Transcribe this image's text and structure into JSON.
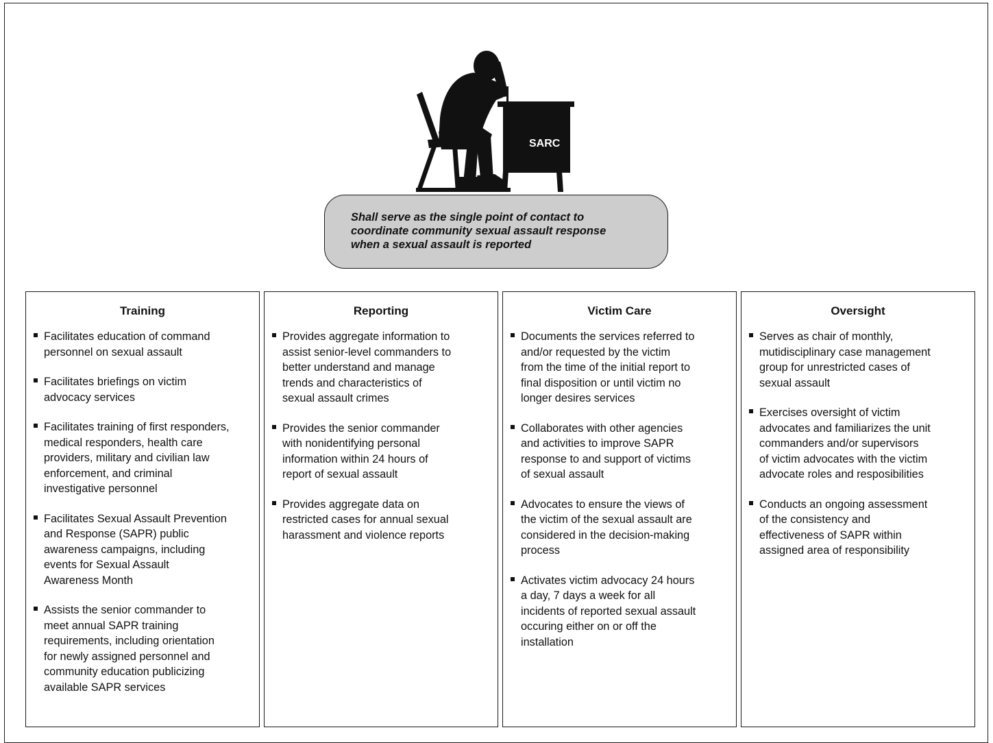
{
  "figure": {
    "desk_label": "SARC",
    "icon": "person-at-desk-silhouette"
  },
  "callout": {
    "lines": [
      "Shall serve as the single point of contact to",
      "coordinate community sexual assault response",
      "when a sexual assault is reported"
    ]
  },
  "columns": [
    {
      "title": "Training",
      "items": [
        [
          "Facilitates education of command",
          "personnel on sexual assault"
        ],
        [
          "Facilitates briefings on victim",
          "advocacy services"
        ],
        [
          "Facilitates training of first responders,",
          "medical responders, health care",
          "providers, military and civilian law",
          "enforcement, and criminal",
          "investigative personnel"
        ],
        [
          "Facilitates Sexual Assault Prevention",
          "and Response (SAPR) public",
          "awareness campaigns, including",
          "events for Sexual Assault",
          "Awareness Month"
        ],
        [
          "Assists the senior commander to",
          "meet annual SAPR training",
          "requirements, including orientation",
          "for newly assigned personnel and",
          "community education publicizing",
          "available SAPR services"
        ]
      ]
    },
    {
      "title": "Reporting",
      "items": [
        [
          "Provides aggregate information to",
          "assist senior-level commanders to",
          "better understand and manage",
          "trends and characteristics of",
          "sexual assault crimes"
        ],
        [
          "Provides the senior commander",
          "with nonidentifying personal",
          "information within 24 hours of",
          "report of sexual assault"
        ],
        [
          "Provides aggregate data on",
          "restricted cases for annual sexual",
          "harassment and violence reports"
        ]
      ]
    },
    {
      "title": "Victim Care",
      "items": [
        [
          "Documents the services referred to",
          "and/or requested by the victim",
          "from the time of the initial report to",
          "final disposition or until victim no",
          "longer desires services"
        ],
        [
          "Collaborates with other agencies",
          "and activities to improve SAPR",
          "response to and support of victims",
          "of sexual assault"
        ],
        [
          "Advocates to ensure the views of",
          "the victim of the sexual assault are",
          "considered in the decision-making",
          "process"
        ],
        [
          "Activates victim advocacy 24 hours",
          "a day, 7 days a week for all",
          "incidents of reported sexual assault",
          "occuring either on or off the",
          "installation"
        ]
      ]
    },
    {
      "title": "Oversight",
      "items": [
        [
          "Serves as chair of monthly,",
          "mutidisciplinary case management",
          "group for unrestricted cases of",
          "sexual assault"
        ],
        [
          "Exercises oversight of victim",
          "advocates and familiarizes the unit",
          "commanders and/or supervisors",
          "of victim advocates with the victim",
          "advocate roles and resposibilities"
        ],
        [
          "Conducts an ongoing assessment",
          "of the consistency and",
          "effectiveness of SAPR within",
          "assigned area of responsibility"
        ]
      ]
    }
  ]
}
